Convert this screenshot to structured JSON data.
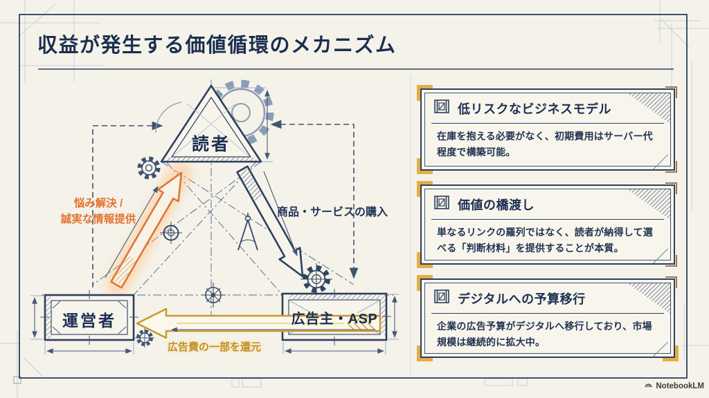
{
  "page": {
    "title": "収益が発生する価値循環のメカニズム"
  },
  "diagram": {
    "nodes": {
      "reader": "読者",
      "operator": "運営者",
      "advertiser": "広告主・ASP"
    },
    "flows": {
      "solve_line1": "悩み解決 /",
      "solve_line2": "誠実な情報提供",
      "purchase": "商品・サービスの購入",
      "kickback": "広告費の一部を還元"
    }
  },
  "cards": [
    {
      "title": "低リスクなビジネスモデル",
      "body": "在庫を抱える必要がなく、初期費用はサーバー代程度で構築可能。"
    },
    {
      "title": "価値の橋渡し",
      "body": "単なるリンクの羅列ではなく、読者が納得して選べる「判断材料」を提供することが本質。"
    },
    {
      "title": "デジタルへの予算移行",
      "body": "企業の広告予算がデジタルへ移行しており、市場規模は継続的に拡大中。"
    }
  ],
  "footer": {
    "brand": "NotebookLM"
  },
  "colors": {
    "background": "#f5f2e9",
    "accent_navy": "#1c2f52",
    "accent_orange": "#e0742f",
    "accent_gold": "#c6992f"
  }
}
